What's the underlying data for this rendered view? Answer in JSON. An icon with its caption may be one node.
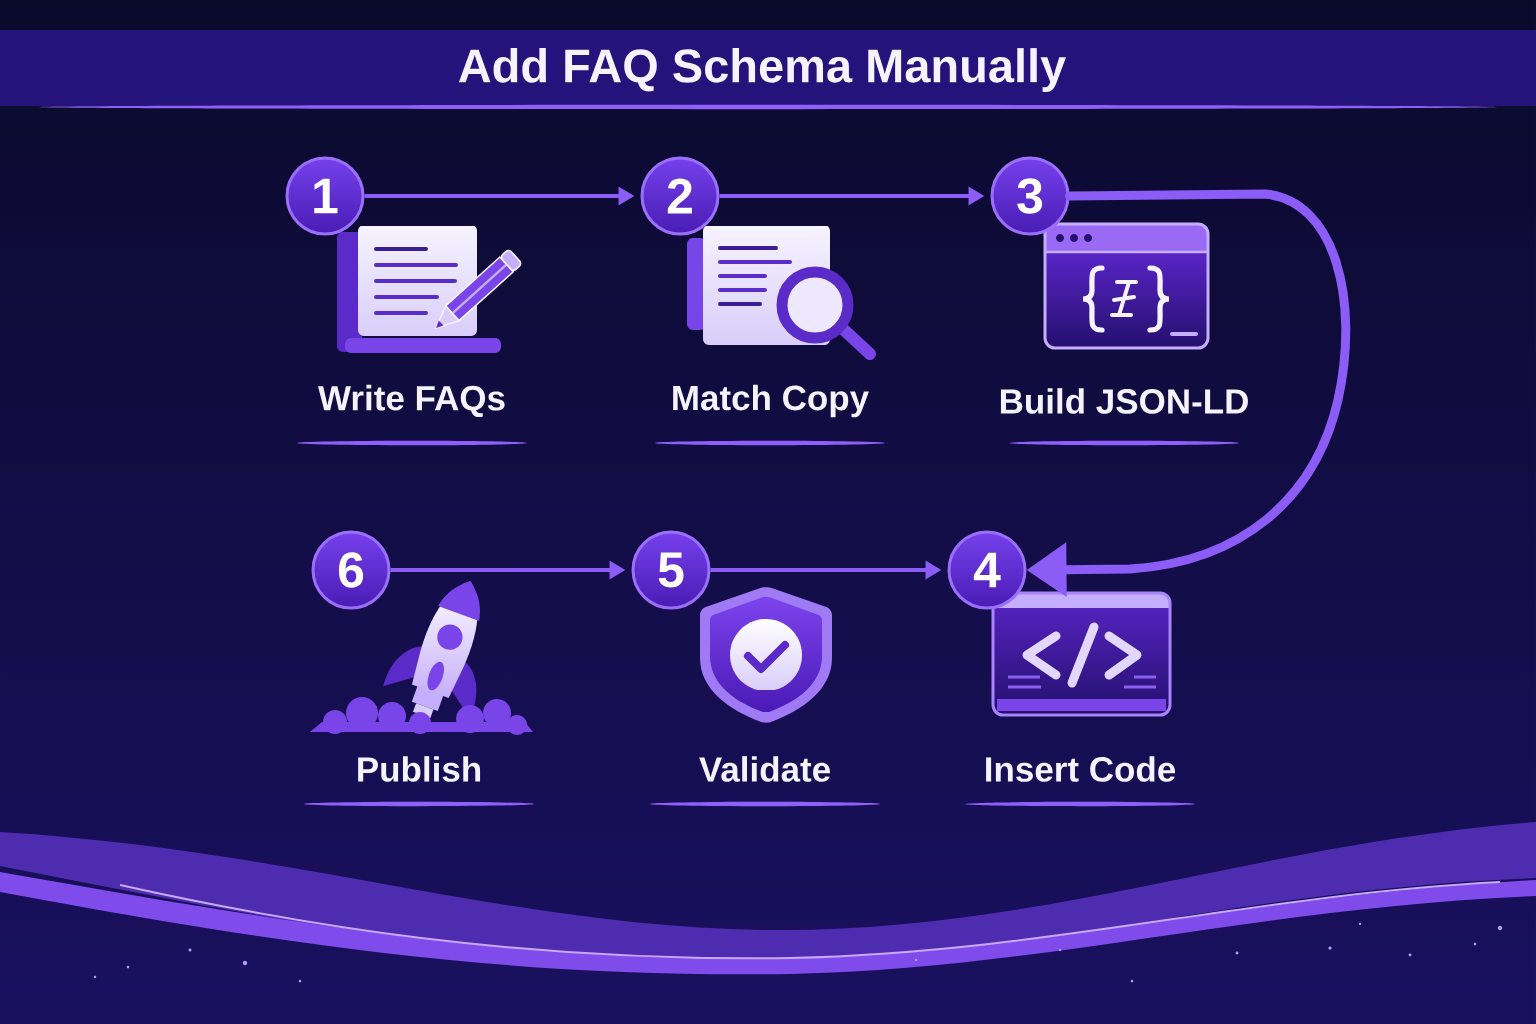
{
  "diagram": {
    "title": "Add FAQ Schema Manually",
    "nodes": [
      {
        "text": [
          "1"
        ]
      },
      {
        "text": [
          "2"
        ]
      },
      {
        "text": [
          "3"
        ]
      },
      {
        "text": [
          "6"
        ]
      },
      {
        "text": [
          "5"
        ]
      },
      {
        "text": [
          "4"
        ]
      }
    ],
    "edges": [
      {
        "from": 0,
        "to": 1,
        "arrow": "to"
      },
      {
        "from": 1,
        "to": 2,
        "arrow": "to"
      },
      {
        "from": 2,
        "to": 5,
        "arrow": "to",
        "style": "thick"
      },
      {
        "from": 3,
        "to": 4,
        "arrow": "to"
      },
      {
        "from": 4,
        "to": 5,
        "arrow": "to"
      }
    ],
    "labels": [
      "Write FAQs",
      "Match Copy",
      "Build JSON-LD",
      "Publish",
      "Validate",
      "Insert Code"
    ]
  }
}
